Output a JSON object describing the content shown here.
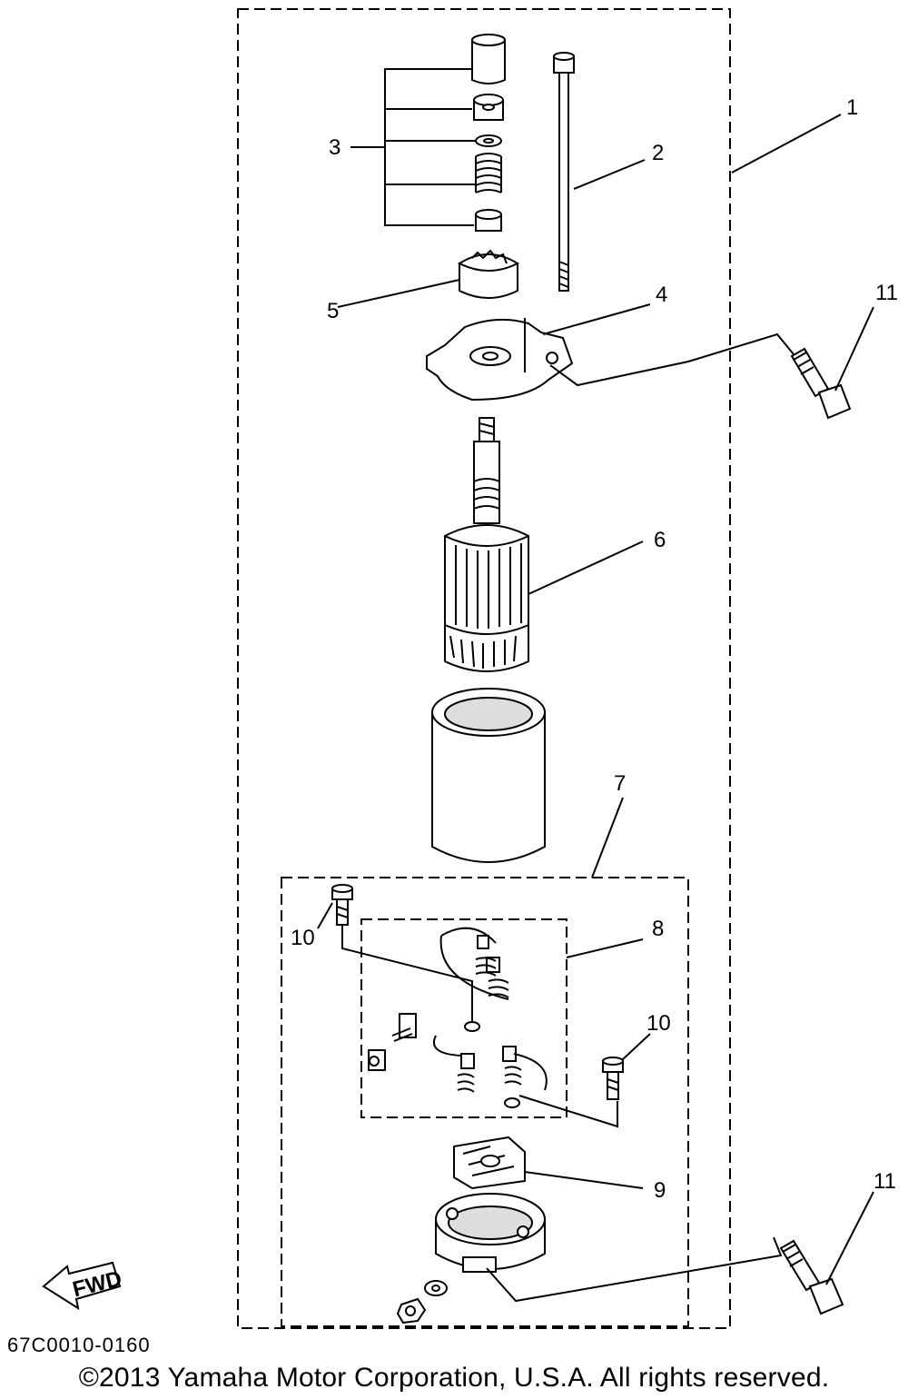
{
  "diagram": {
    "callouts": [
      "1",
      "2",
      "3",
      "4",
      "5",
      "6",
      "7",
      "8",
      "9",
      "10",
      "10",
      "11",
      "11"
    ],
    "fwd_label": "FWD",
    "part_code": "67C0010-0160"
  },
  "footer": {
    "copyright": "©2013 Yamaha Motor Corporation, U.S.A. All rights reserved."
  }
}
